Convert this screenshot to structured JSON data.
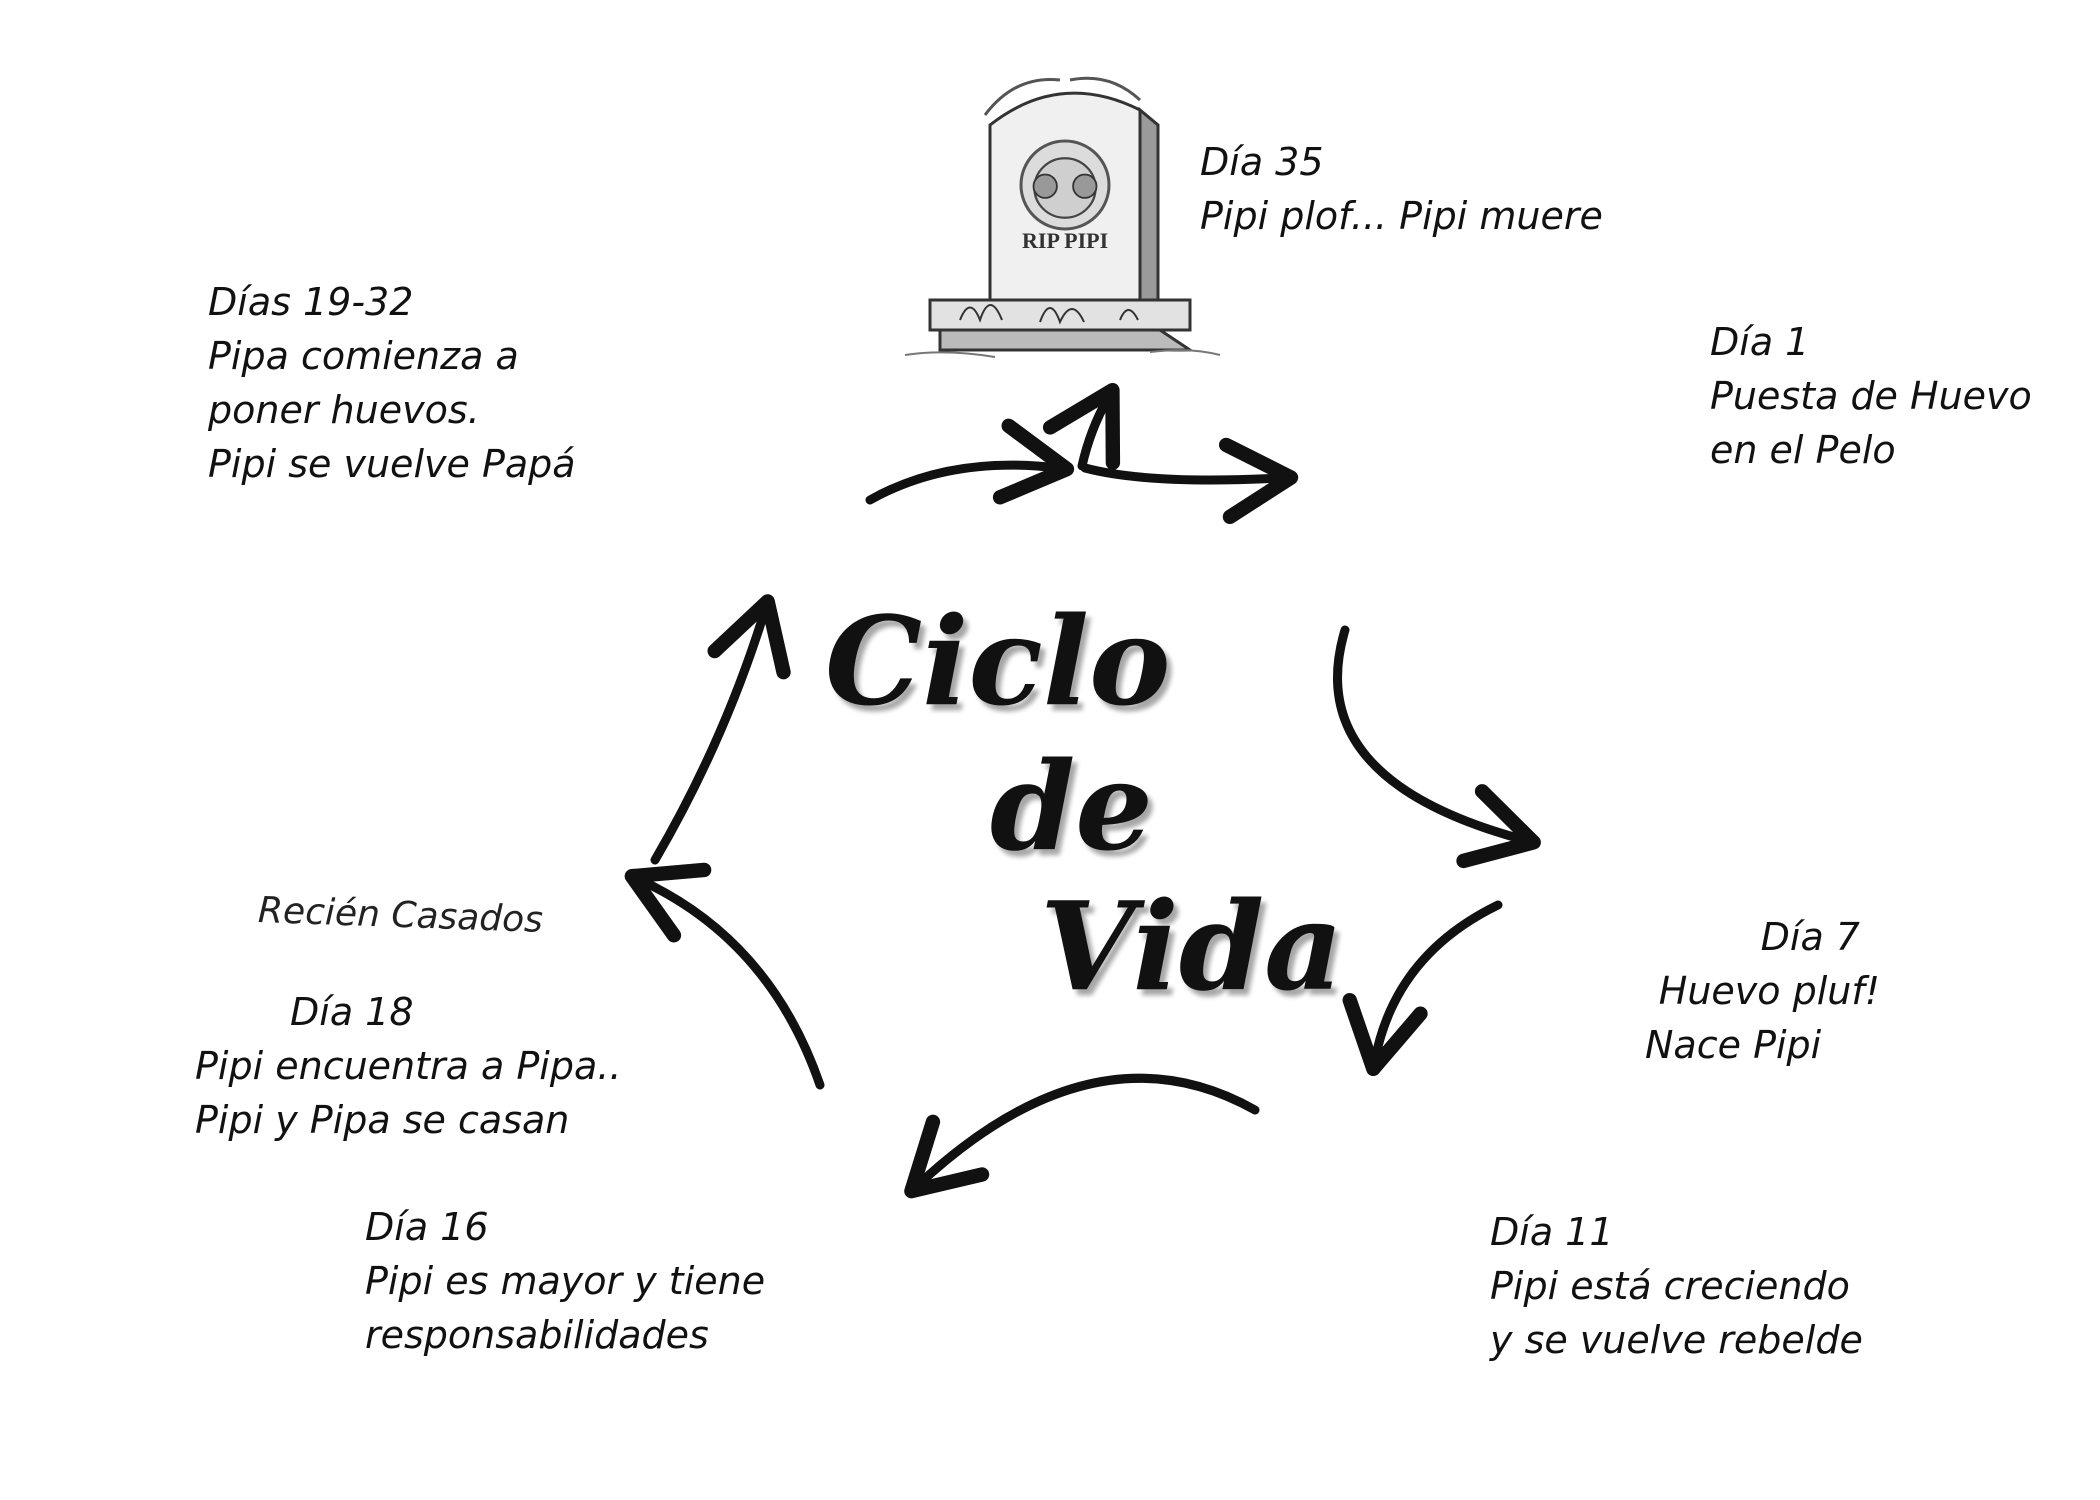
{
  "title": {
    "line1": "Ciclo",
    "line2": "de",
    "line3": "Vida"
  },
  "stages": {
    "day35": {
      "line1": "Día 35",
      "line2": "Pipi plof... Pipi muere"
    },
    "day1": {
      "line1": "Día 1",
      "line2": "Puesta de Huevo",
      "line3": "en el Pelo"
    },
    "day7": {
      "line1": "Día 7",
      "line2": "Huevo pluf!",
      "line3": "Nace Pipi"
    },
    "day11": {
      "line1": "Día 11",
      "line2": "Pipi está creciendo",
      "line3": "y se vuelve rebelde"
    },
    "day16": {
      "line1": "Día 16",
      "line2": "Pipi es mayor y tiene",
      "line3": "responsabilidades"
    },
    "day18": {
      "line1": "Día 18",
      "line2": "Pipi encuentra a Pipa..",
      "line3": "Pipi y Pipa se casan"
    },
    "day19_32": {
      "line1": "Días 19-32",
      "line2": "Pipa comienza a",
      "line3": "poner huevos.",
      "line4": "Pipi se vuelve Papá"
    }
  },
  "photo_caption": "Recién Casados",
  "tombstone_text": "RIP PIPI",
  "colors": {
    "bug_body": "#2ee8cf",
    "bug_outline": "#0e8c7c",
    "hair_brown": "#7a4a16",
    "photo_frame": "#eaa3a6",
    "crib_red": "#b0141c",
    "skateboard_red": "#e11d1d",
    "arrow": "#111111"
  },
  "icons": [
    "tombstone-icon",
    "hair-strands-icon",
    "egg-icon",
    "hatching-egg-icon",
    "skater-bug-icon",
    "businessman-bug-icon",
    "wedding-photo-icon",
    "mother-bug-crib-icon"
  ]
}
